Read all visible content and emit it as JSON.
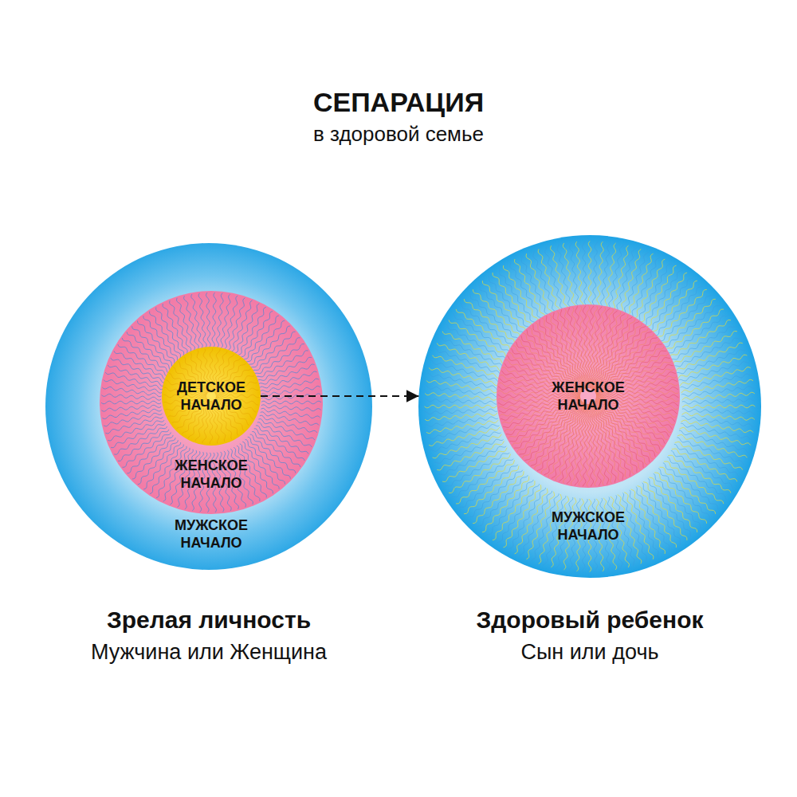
{
  "diagram": {
    "title": "СЕПАРАЦИЯ",
    "nodes": [
      {
        "text": [
          "МУЖСКОЕ НАЧАЛО",
          "Зрелая личность",
          "Мужчина или Женщина"
        ]
      },
      {
        "text": [
          "ЖЕНСКОЕ НАЧАЛО"
        ],
        "in": 0
      },
      {
        "text": [
          "ДЕТСКОЕ НАЧАЛО"
        ],
        "in": 1
      },
      {
        "text": [
          "МУЖСКОЕ НАЧАЛО",
          "Здоровый ребенок",
          "Сын или дочь"
        ]
      },
      {
        "text": [
          "ЖЕНСКОЕ НАЧАЛО"
        ],
        "in": 3
      }
    ],
    "edges": [
      {
        "from": 2,
        "to": 3,
        "arrow": "to"
      }
    ],
    "labels": [
      "в здоровой семье"
    ]
  }
}
